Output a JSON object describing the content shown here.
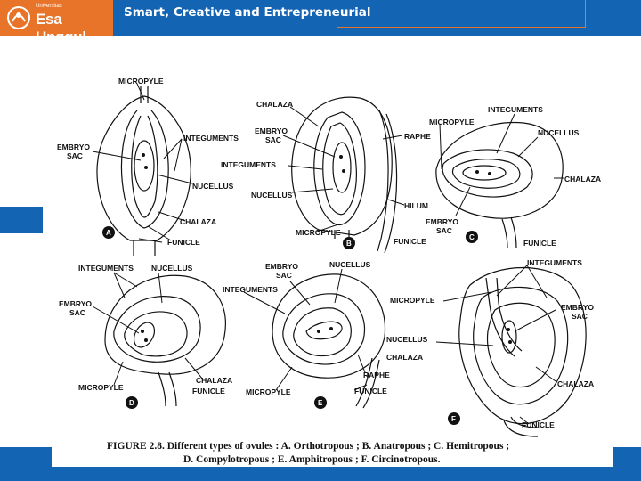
{
  "header": {
    "university_small": "Universitas",
    "logo_text": "Esa Unggul",
    "tagline": "Smart, Creative and Entrepreneurial"
  },
  "figure": {
    "panels": {
      "a": "A",
      "b": "B",
      "c": "C",
      "d": "D",
      "e": "E",
      "f": "F"
    },
    "labels": {
      "micropyle": "MICROPYLE",
      "chalaza": "CHALAZA",
      "integuments": "INTEGUMENTS",
      "nucellus": "NUCELLUS",
      "embryo": "EMBRYO",
      "sac": "SAC",
      "funicle": "FUNICLE",
      "raphe": "RAPHE",
      "hilum": "HILUM"
    },
    "caption_line1": "FIGURE 2.8.  Different types of ovules : A. Orthotropous ; B. Anatropous ; C. Hemitropous ;",
    "caption_line2": "D. Compylotropous ; E. Amphitropous ; F. Circinotropous."
  },
  "colors": {
    "brand_blue": "#1464b4",
    "brand_orange": "#e8742a"
  }
}
